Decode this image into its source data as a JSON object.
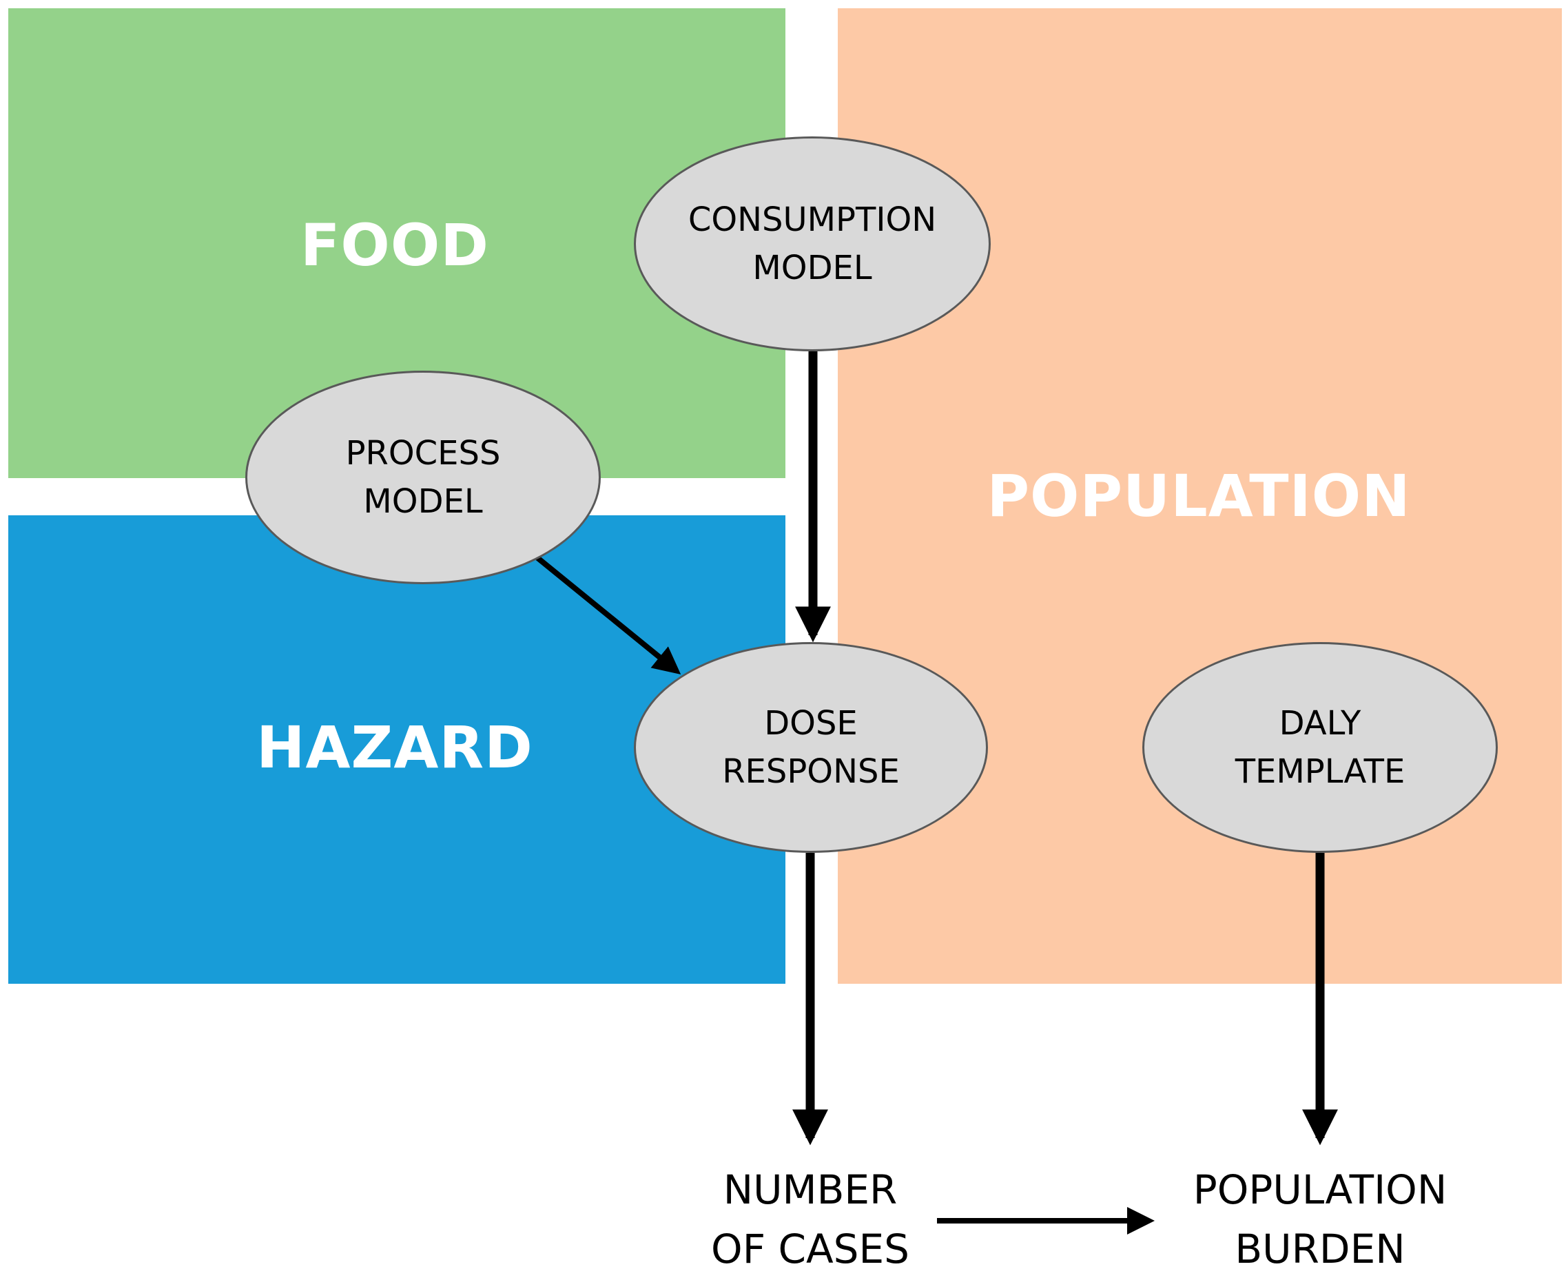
{
  "regions": {
    "food": {
      "label": "FOOD",
      "color": "#94d28a"
    },
    "hazard": {
      "label": "HAZARD",
      "color": "#189cd8"
    },
    "population": {
      "label": "POPULATION",
      "color": "#fdc9a6"
    }
  },
  "nodes": {
    "consumption_model": {
      "lines": [
        "CONSUMPTION",
        "MODEL"
      ]
    },
    "process_model": {
      "lines": [
        "PROCESS",
        "MODEL"
      ]
    },
    "dose_response": {
      "lines": [
        "DOSE",
        "RESPONSE"
      ]
    },
    "daly_template": {
      "lines": [
        "DALY",
        "TEMPLATE"
      ]
    }
  },
  "outcomes": {
    "number_of_cases": {
      "lines": [
        "NUMBER",
        "OF CASES"
      ]
    },
    "population_burden": {
      "lines": [
        "POPULATION",
        "BURDEN"
      ]
    }
  },
  "edges": [
    {
      "from": "consumption_model",
      "to": "dose_response"
    },
    {
      "from": "process_model",
      "to": "dose_response"
    },
    {
      "from": "dose_response",
      "to": "number_of_cases"
    },
    {
      "from": "daly_template",
      "to": "population_burden"
    },
    {
      "from": "number_of_cases",
      "to": "population_burden"
    }
  ],
  "colors": {
    "node_fill": "#d9d9d9",
    "node_stroke": "#595959",
    "arrow": "#000000",
    "region_label_text": "#ffffff"
  }
}
